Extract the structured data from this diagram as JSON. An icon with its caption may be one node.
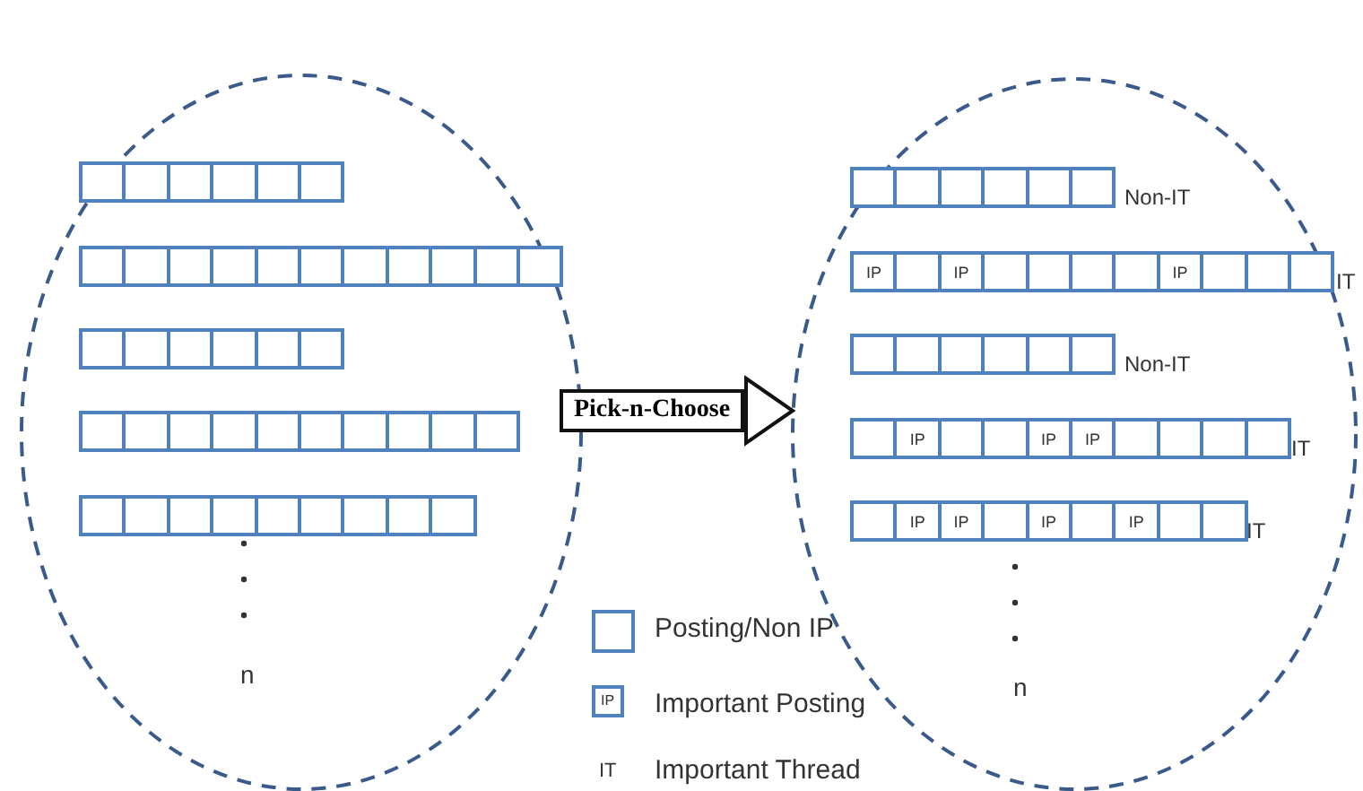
{
  "diagram": {
    "nodes": [
      {
        "text": [],
        "shape": "circle"
      },
      {
        "text": [],
        "shape": "box",
        "in": 0
      },
      {
        "text": [],
        "shape": "box",
        "in": 0
      },
      {
        "text": [],
        "shape": "box",
        "in": 0
      },
      {
        "text": [],
        "shape": "box",
        "in": 0
      },
      {
        "text": [],
        "shape": "box",
        "in": 0
      },
      {
        "text": [],
        "shape": "box",
        "in": 0
      },
      {
        "text": [],
        "shape": "box",
        "in": 0
      },
      {
        "text": [],
        "shape": "box",
        "in": 0
      },
      {
        "text": [],
        "shape": "box",
        "in": 0
      },
      {
        "text": [],
        "shape": "box",
        "in": 0
      },
      {
        "text": [],
        "shape": "box",
        "in": 0
      },
      {
        "text": [],
        "shape": "box",
        "in": 0
      },
      {
        "text": [],
        "shape": "box",
        "in": 0
      },
      {
        "text": [],
        "shape": "box",
        "in": 0
      },
      {
        "text": [],
        "shape": "box",
        "in": 0
      },
      {
        "text": [],
        "shape": "box",
        "in": 0
      },
      {
        "text": [],
        "shape": "box",
        "in": 0
      },
      {
        "text": [],
        "shape": "box",
        "in": 0
      },
      {
        "text": [],
        "shape": "box",
        "in": 0
      },
      {
        "text": [],
        "shape": "box",
        "in": 0
      },
      {
        "text": [],
        "shape": "box",
        "in": 0
      },
      {
        "text": [],
        "shape": "box",
        "in": 0
      },
      {
        "text": [],
        "shape": "box",
        "in": 0
      },
      {
        "text": [],
        "shape": "box",
        "in": 0
      },
      {
        "text": [],
        "shape": "box",
        "in": 0
      },
      {
        "text": [],
        "shape": "box",
        "in": 0
      },
      {
        "text": [],
        "shape": "box",
        "in": 0
      },
      {
        "text": [],
        "shape": "box",
        "in": 0
      },
      {
        "text": [],
        "shape": "box",
        "in": 0
      },
      {
        "text": [],
        "shape": "box",
        "in": 0
      },
      {
        "text": [],
        "shape": "box",
        "in": 0
      },
      {
        "text": [],
        "shape": "box",
        "in": 0
      },
      {
        "text": [],
        "shape": "box",
        "in": 0
      },
      {
        "text": [],
        "shape": "box",
        "in": 0
      },
      {
        "text": [],
        "shape": "box",
        "in": 0
      },
      {
        "text": [],
        "shape": "box",
        "in": 0
      },
      {
        "text": [],
        "shape": "box",
        "in": 0
      },
      {
        "text": [],
        "shape": "box",
        "in": 0
      },
      {
        "text": [],
        "shape": "box",
        "in": 0
      },
      {
        "text": [],
        "shape": "box",
        "in": 0
      },
      {
        "text": [],
        "shape": "box",
        "in": 0
      },
      {
        "text": [],
        "shape": "box",
        "in": 0
      },
      {
        "text": [],
        "shape": "circle"
      },
      {
        "text": [],
        "shape": "box",
        "in": 43
      },
      {
        "text": [],
        "shape": "box",
        "in": 43
      },
      {
        "text": [],
        "shape": "box",
        "in": 43
      },
      {
        "text": [],
        "shape": "box",
        "in": 43
      },
      {
        "text": [],
        "shape": "box",
        "in": 43
      },
      {
        "text": [],
        "shape": "box",
        "in": 43
      },
      {
        "text": [
          "IP"
        ],
        "in": 43
      },
      {
        "text": [],
        "shape": "box",
        "in": 43
      },
      {
        "text": [
          "IP"
        ],
        "in": 43
      },
      {
        "text": [],
        "shape": "box",
        "in": 43
      },
      {
        "text": [],
        "shape": "box",
        "in": 43
      },
      {
        "text": [],
        "shape": "box",
        "in": 43
      },
      {
        "text": [],
        "shape": "box",
        "in": 43
      },
      {
        "text": [
          "IP"
        ],
        "in": 43
      },
      {
        "text": [],
        "shape": "box",
        "in": 43
      },
      {
        "text": [],
        "shape": "box",
        "in": 43
      },
      {
        "text": [],
        "shape": "box",
        "in": 43
      },
      {
        "text": [],
        "shape": "box",
        "in": 43
      },
      {
        "text": [],
        "shape": "box",
        "in": 43
      },
      {
        "text": [],
        "shape": "box",
        "in": 43
      },
      {
        "text": [],
        "shape": "box",
        "in": 43
      },
      {
        "text": [],
        "shape": "box",
        "in": 43
      },
      {
        "text": [],
        "shape": "box",
        "in": 43
      },
      {
        "text": [],
        "shape": "box",
        "in": 43
      },
      {
        "text": [
          "IP"
        ],
        "in": 43
      },
      {
        "text": [],
        "shape": "box",
        "in": 43
      },
      {
        "text": [],
        "shape": "box",
        "in": 43
      },
      {
        "text": [
          "IP"
        ],
        "in": 43
      },
      {
        "text": [
          "IP"
        ],
        "in": 43
      },
      {
        "text": [],
        "shape": "box",
        "in": 43
      },
      {
        "text": [],
        "shape": "box",
        "in": 43
      },
      {
        "text": [],
        "shape": "box",
        "in": 43
      },
      {
        "text": [],
        "shape": "box",
        "in": 43
      },
      {
        "text": [],
        "shape": "box",
        "in": 43
      },
      {
        "text": [
          "IP"
        ],
        "in": 43
      },
      {
        "text": [
          "IP"
        ],
        "in": 43
      },
      {
        "text": [],
        "shape": "box",
        "in": 43
      },
      {
        "text": [
          "IP"
        ],
        "in": 43
      },
      {
        "text": [],
        "shape": "box",
        "in": 43
      },
      {
        "text": [
          "IP"
        ],
        "in": 43
      },
      {
        "text": [],
        "shape": "box",
        "in": 43
      },
      {
        "text": [],
        "shape": "box",
        "in": 43
      }
    ],
    "edges": [
      {
        "from": 0,
        "to": 43,
        "arrow": "to",
        "label": "Pick-n-Choose"
      }
    ],
    "labels": [
      "Non-IT",
      "IT",
      "Non-IT",
      "IT",
      "IT",
      "n",
      "n",
      "IP",
      "IT"
    ],
    "legend": [
      {
        "text": "Posting/Non IP"
      },
      {
        "text": "Important Posting"
      },
      {
        "text": "Important Thread"
      }
    ]
  }
}
